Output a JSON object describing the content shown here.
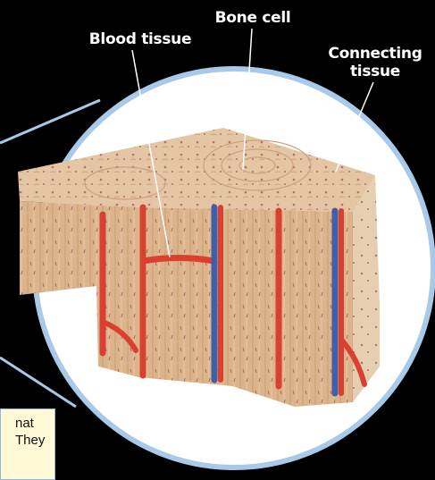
{
  "labels": {
    "blood_tissue": "Blood tissue",
    "bone_cell": "Bone cell",
    "connecting_tissue_line1": "Connecting",
    "connecting_tissue_line2": "tissue"
  },
  "caption": {
    "line1": "nat",
    "line2": "They"
  },
  "colors": {
    "background": "#000000",
    "magnifier_ring": "#a9c9e8",
    "lens_fill": "#ffffff",
    "bone_light": "#e2c29e",
    "bone_dark": "#cfa57a",
    "vessel_red": "#d9402f",
    "vessel_blue": "#3f5fa8",
    "caption_bg": "#fff9d6"
  }
}
